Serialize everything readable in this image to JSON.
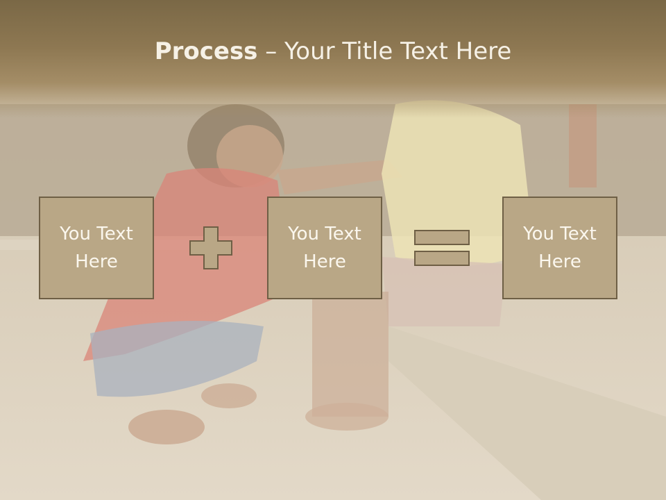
{
  "title": {
    "bold": "Process",
    "rest": " – Your Title Text Here"
  },
  "boxes": [
    {
      "text": "You Text\nHere"
    },
    {
      "text": "You Text\nHere"
    },
    {
      "text": "You Text\nHere"
    }
  ],
  "colors": {
    "header": "#7a6846",
    "box_fill": "#b9a786",
    "box_border": "#6e5f45",
    "text": "#f6f1e6"
  },
  "operators": [
    "plus",
    "equals"
  ]
}
